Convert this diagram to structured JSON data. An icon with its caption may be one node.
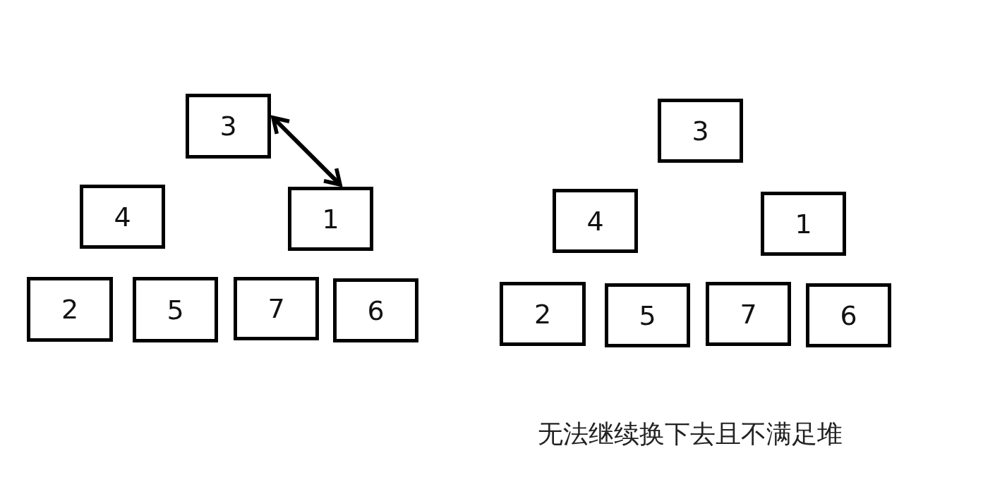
{
  "diagram": {
    "nodes": [
      {
        "text": [
          "3"
        ]
      },
      {
        "text": [
          "4"
        ]
      },
      {
        "text": [
          "1"
        ]
      },
      {
        "text": [
          "2"
        ]
      },
      {
        "text": [
          "5"
        ]
      },
      {
        "text": [
          "7"
        ]
      },
      {
        "text": [
          "6"
        ]
      },
      {
        "text": [
          "3"
        ]
      },
      {
        "text": [
          "4"
        ]
      },
      {
        "text": [
          "1"
        ]
      },
      {
        "text": [
          "2"
        ]
      },
      {
        "text": [
          "5"
        ]
      },
      {
        "text": [
          "7"
        ]
      },
      {
        "text": [
          "6"
        ]
      }
    ],
    "edges": [
      {
        "from": 0,
        "to": 2,
        "arrow": "both"
      }
    ],
    "labels": [
      "无法继续换下去且不满足堆"
    ]
  }
}
